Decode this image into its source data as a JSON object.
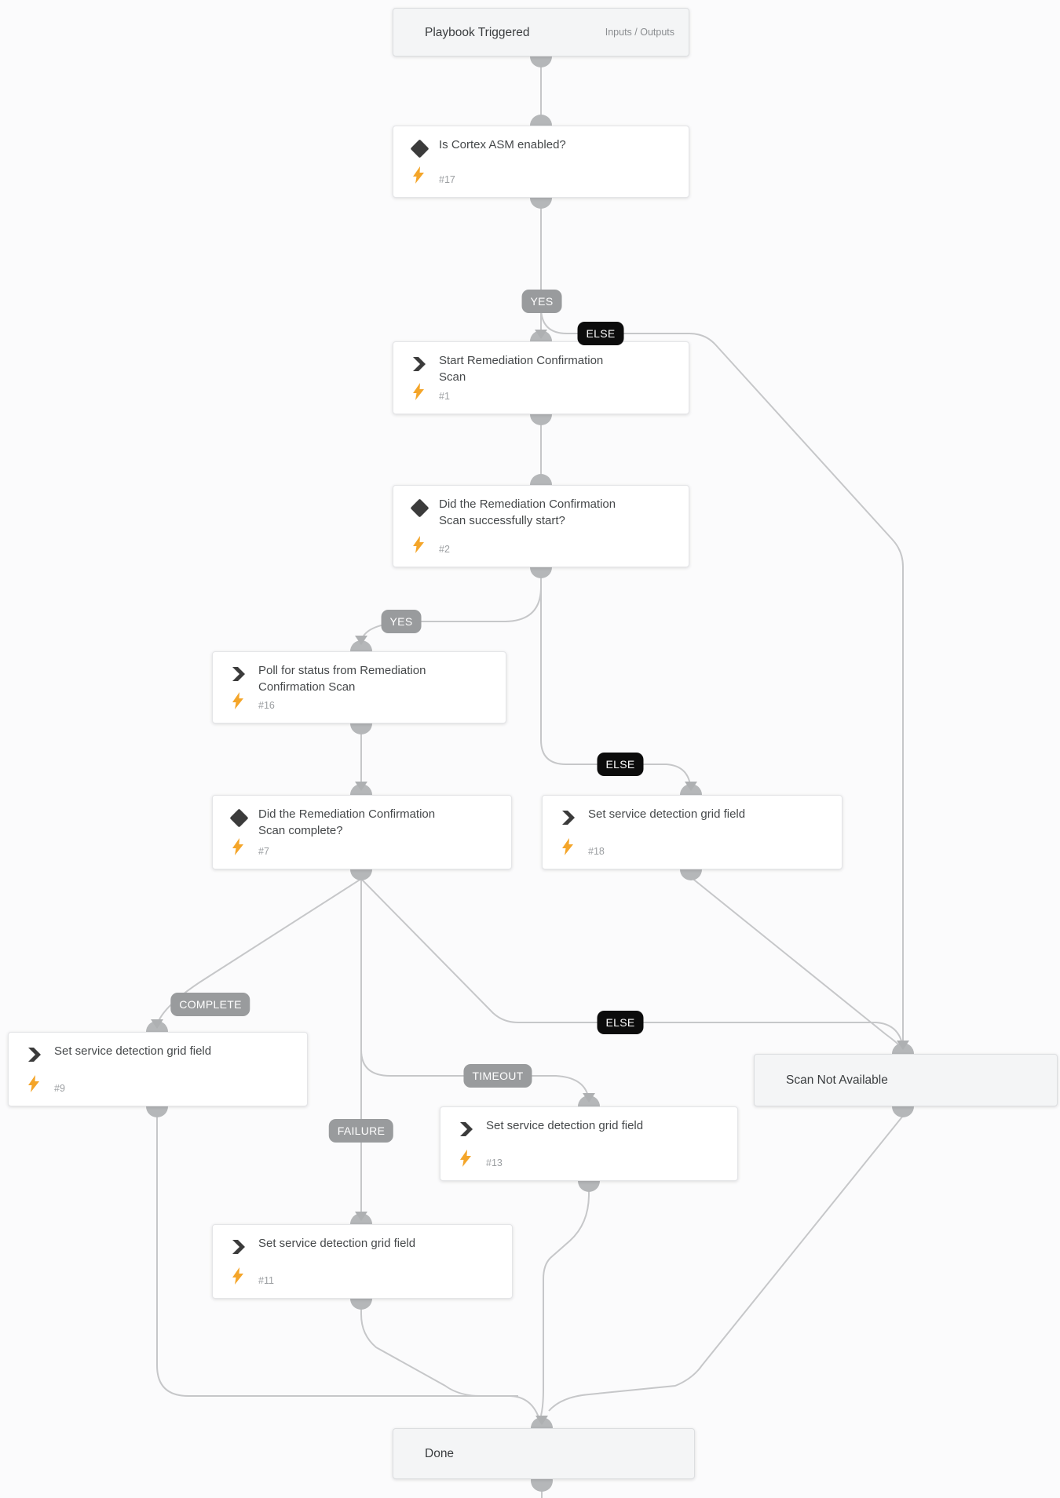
{
  "diagram": {
    "nodes": {
      "trigger": {
        "title": "Playbook Triggered",
        "link": "Inputs / Outputs"
      },
      "n17": {
        "title": "Is Cortex ASM enabled?",
        "num": "#17"
      },
      "n1": {
        "title": "Start Remediation Confirmation Scan",
        "num": "#1"
      },
      "n2": {
        "title": "Did the Remediation Confirmation Scan successfully start?",
        "num": "#2"
      },
      "n16": {
        "title": "Poll for status from Remediation Confirmation Scan",
        "num": "#16"
      },
      "n7": {
        "title": "Did the Remediation Confirmation Scan complete?",
        "num": "#7"
      },
      "n18": {
        "title": "Set service detection grid field",
        "num": "#18"
      },
      "n9": {
        "title": "Set service detection grid field",
        "num": "#9"
      },
      "n13": {
        "title": "Set service detection grid field",
        "num": "#13"
      },
      "n11": {
        "title": "Set service detection grid field",
        "num": "#11"
      },
      "sna": {
        "title": "Scan Not Available"
      },
      "done": {
        "title": "Done"
      }
    },
    "labels": {
      "yes1": "YES",
      "else1": "ELSE",
      "yes2": "YES",
      "else2": "ELSE",
      "complete": "COMPLETE",
      "else3": "ELSE",
      "timeout": "TIMEOUT",
      "failure": "FAILURE"
    },
    "colors": {
      "edge": "#c6c7c9",
      "port": "#b5b7b9",
      "arrow": "#aeb0b2",
      "label_gray": "#999b9d",
      "label_black": "#0c0c0c",
      "bolt": "#f4a529",
      "icon_dark": "#3b3b3b",
      "title_text": "#45484a",
      "num_text": "#9b9ea1",
      "section_bg": "#f4f5f6"
    }
  }
}
